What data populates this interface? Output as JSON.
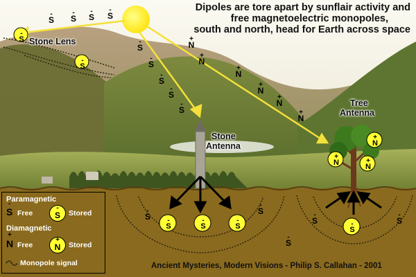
{
  "title": {
    "line1": "Dipoles are tore apart by sunflair activity and",
    "line2": "free magnetoelectric monopoles,",
    "line3": "south and north, head for Earth across space"
  },
  "labels": {
    "stone_lens": "Stone Lens",
    "stone_antenna_1": "Stone",
    "stone_antenna_2": "Antenna",
    "tree_antenna_1": "Tree",
    "tree_antenna_2": "Antenna"
  },
  "symbols": {
    "south": "S",
    "north": "N",
    "minus": "-",
    "plus": "+"
  },
  "legend": {
    "paramagnetic": "Paramagnetic",
    "diamagnetic": "Diamagnetic",
    "free": "Free",
    "stored": "Stored",
    "monopole_signal": "Monopole signal"
  },
  "credit": "Ancient Mysteries, Modern Visions - Philip S. Callahan - 2001",
  "colors": {
    "sun": "#ffee22",
    "arrow": "#f4e03a",
    "soil": "#8a6a1e",
    "sky": "#f6f4ea",
    "legend_text": "#ffffff"
  }
}
